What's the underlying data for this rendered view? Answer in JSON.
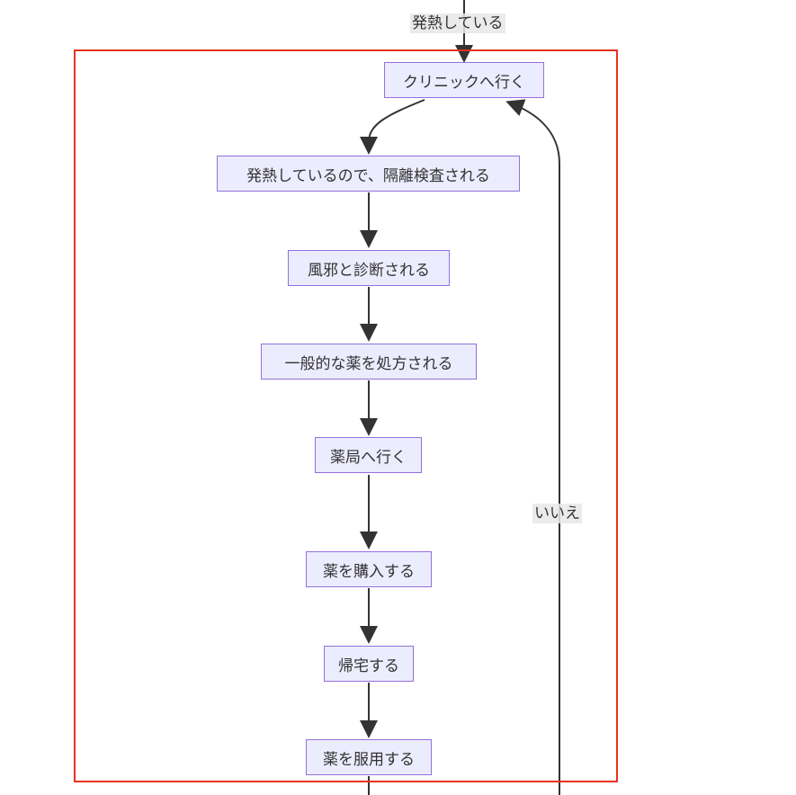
{
  "nodes": {
    "clinic": "クリニックへ行く",
    "isolation": "発熱しているので、隔離検査される",
    "diagnosis": "風邪と診断される",
    "prescription": "一般的な薬を処方される",
    "pharmacy": "薬局へ行く",
    "purchase": "薬を購入する",
    "home": "帰宅する",
    "take_medicine": "薬を服用する"
  },
  "edge_labels": {
    "fever": "発熱している",
    "no": "いいえ"
  },
  "colors": {
    "node_fill": "#ececff",
    "node_border": "#9370db",
    "edge": "#333333",
    "frame": "#e8321e"
  }
}
